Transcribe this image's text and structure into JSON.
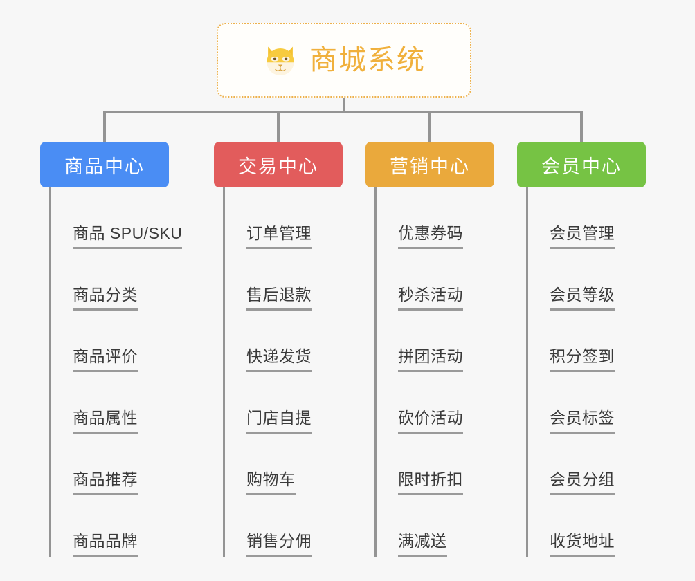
{
  "canvas": {
    "background": "#f7f7f7"
  },
  "root": {
    "title": "商城系统",
    "icon": "dog-face-icon",
    "text_color": "#f0b03c",
    "border_color": "#edb14c",
    "background": "#fffefb"
  },
  "connector": {
    "color": "#949494"
  },
  "columns": [
    {
      "id": "product-center",
      "header": "商品中心",
      "color": "#4a8df4",
      "items": [
        "商品 SPU/SKU",
        "商品分类",
        "商品评价",
        "商品属性",
        "商品推荐",
        "商品品牌"
      ]
    },
    {
      "id": "trade-center",
      "header": "交易中心",
      "color": "#e25c5c",
      "items": [
        "订单管理",
        "售后退款",
        "快递发货",
        "门店自提",
        "购物车",
        "销售分佣"
      ]
    },
    {
      "id": "marketing-center",
      "header": "营销中心",
      "color": "#eaa93c",
      "items": [
        "优惠券码",
        "秒杀活动",
        "拼团活动",
        "砍价活动",
        "限时折扣",
        "满减送"
      ]
    },
    {
      "id": "member-center",
      "header": "会员中心",
      "color": "#76c344",
      "items": [
        "会员管理",
        "会员等级",
        "积分签到",
        "会员标签",
        "会员分组",
        "收货地址"
      ]
    }
  ]
}
